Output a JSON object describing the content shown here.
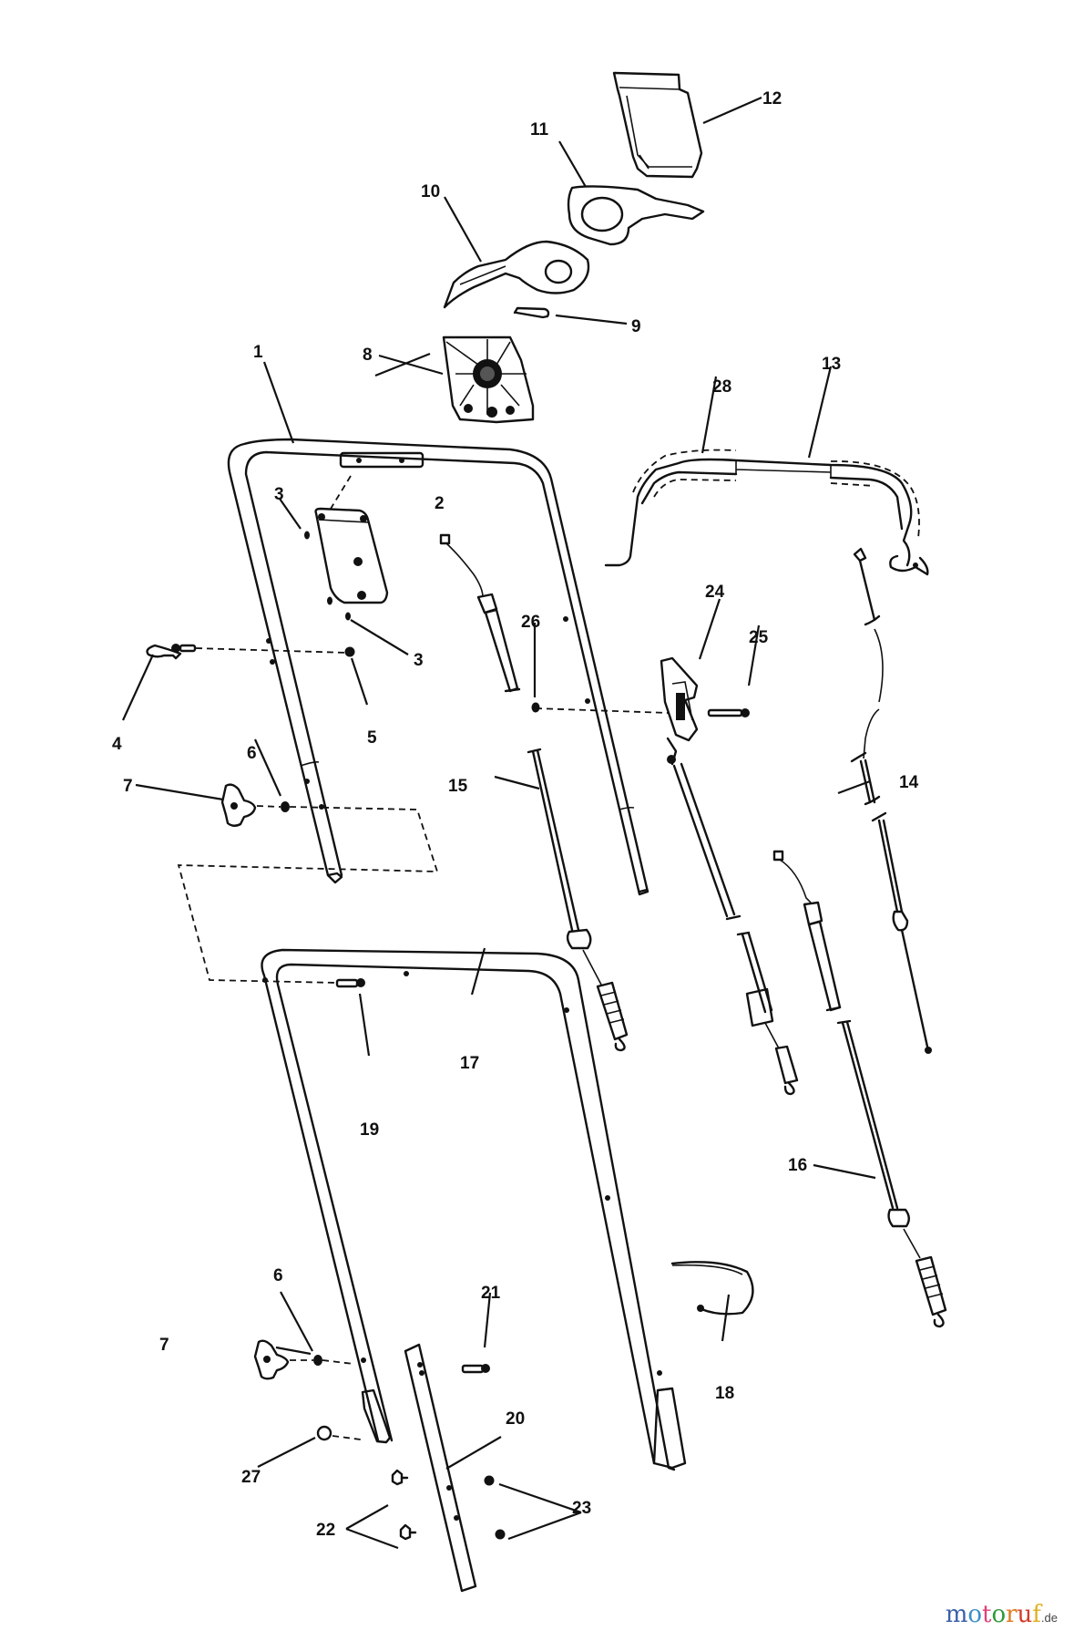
{
  "diagram": {
    "labels": {
      "l1": "1",
      "l2": "2",
      "l3a": "3",
      "l3b": "3",
      "l4": "4",
      "l5": "5",
      "l6a": "6",
      "l6b": "6",
      "l7a": "7",
      "l7b": "7",
      "l8": "8",
      "l9": "9",
      "l10": "10",
      "l11": "11",
      "l12": "12",
      "l13": "13",
      "l14": "14",
      "l15": "15",
      "l16": "16",
      "l17": "17",
      "l18": "18",
      "l19": "19",
      "l20": "20",
      "l21": "21",
      "l22": "22",
      "l23": "23",
      "l24": "24",
      "l25": "25",
      "l26": "26",
      "l27": "27",
      "l28": "28"
    }
  },
  "logo": {
    "letters": [
      "m",
      "o",
      "t",
      "o",
      "r",
      "u",
      "f"
    ],
    "colors": [
      "#3a5fa8",
      "#3a8fc8",
      "#e0407a",
      "#2e9a3a",
      "#e07a20",
      "#d43a2a",
      "#e0b020"
    ],
    "suffix": ".de"
  }
}
